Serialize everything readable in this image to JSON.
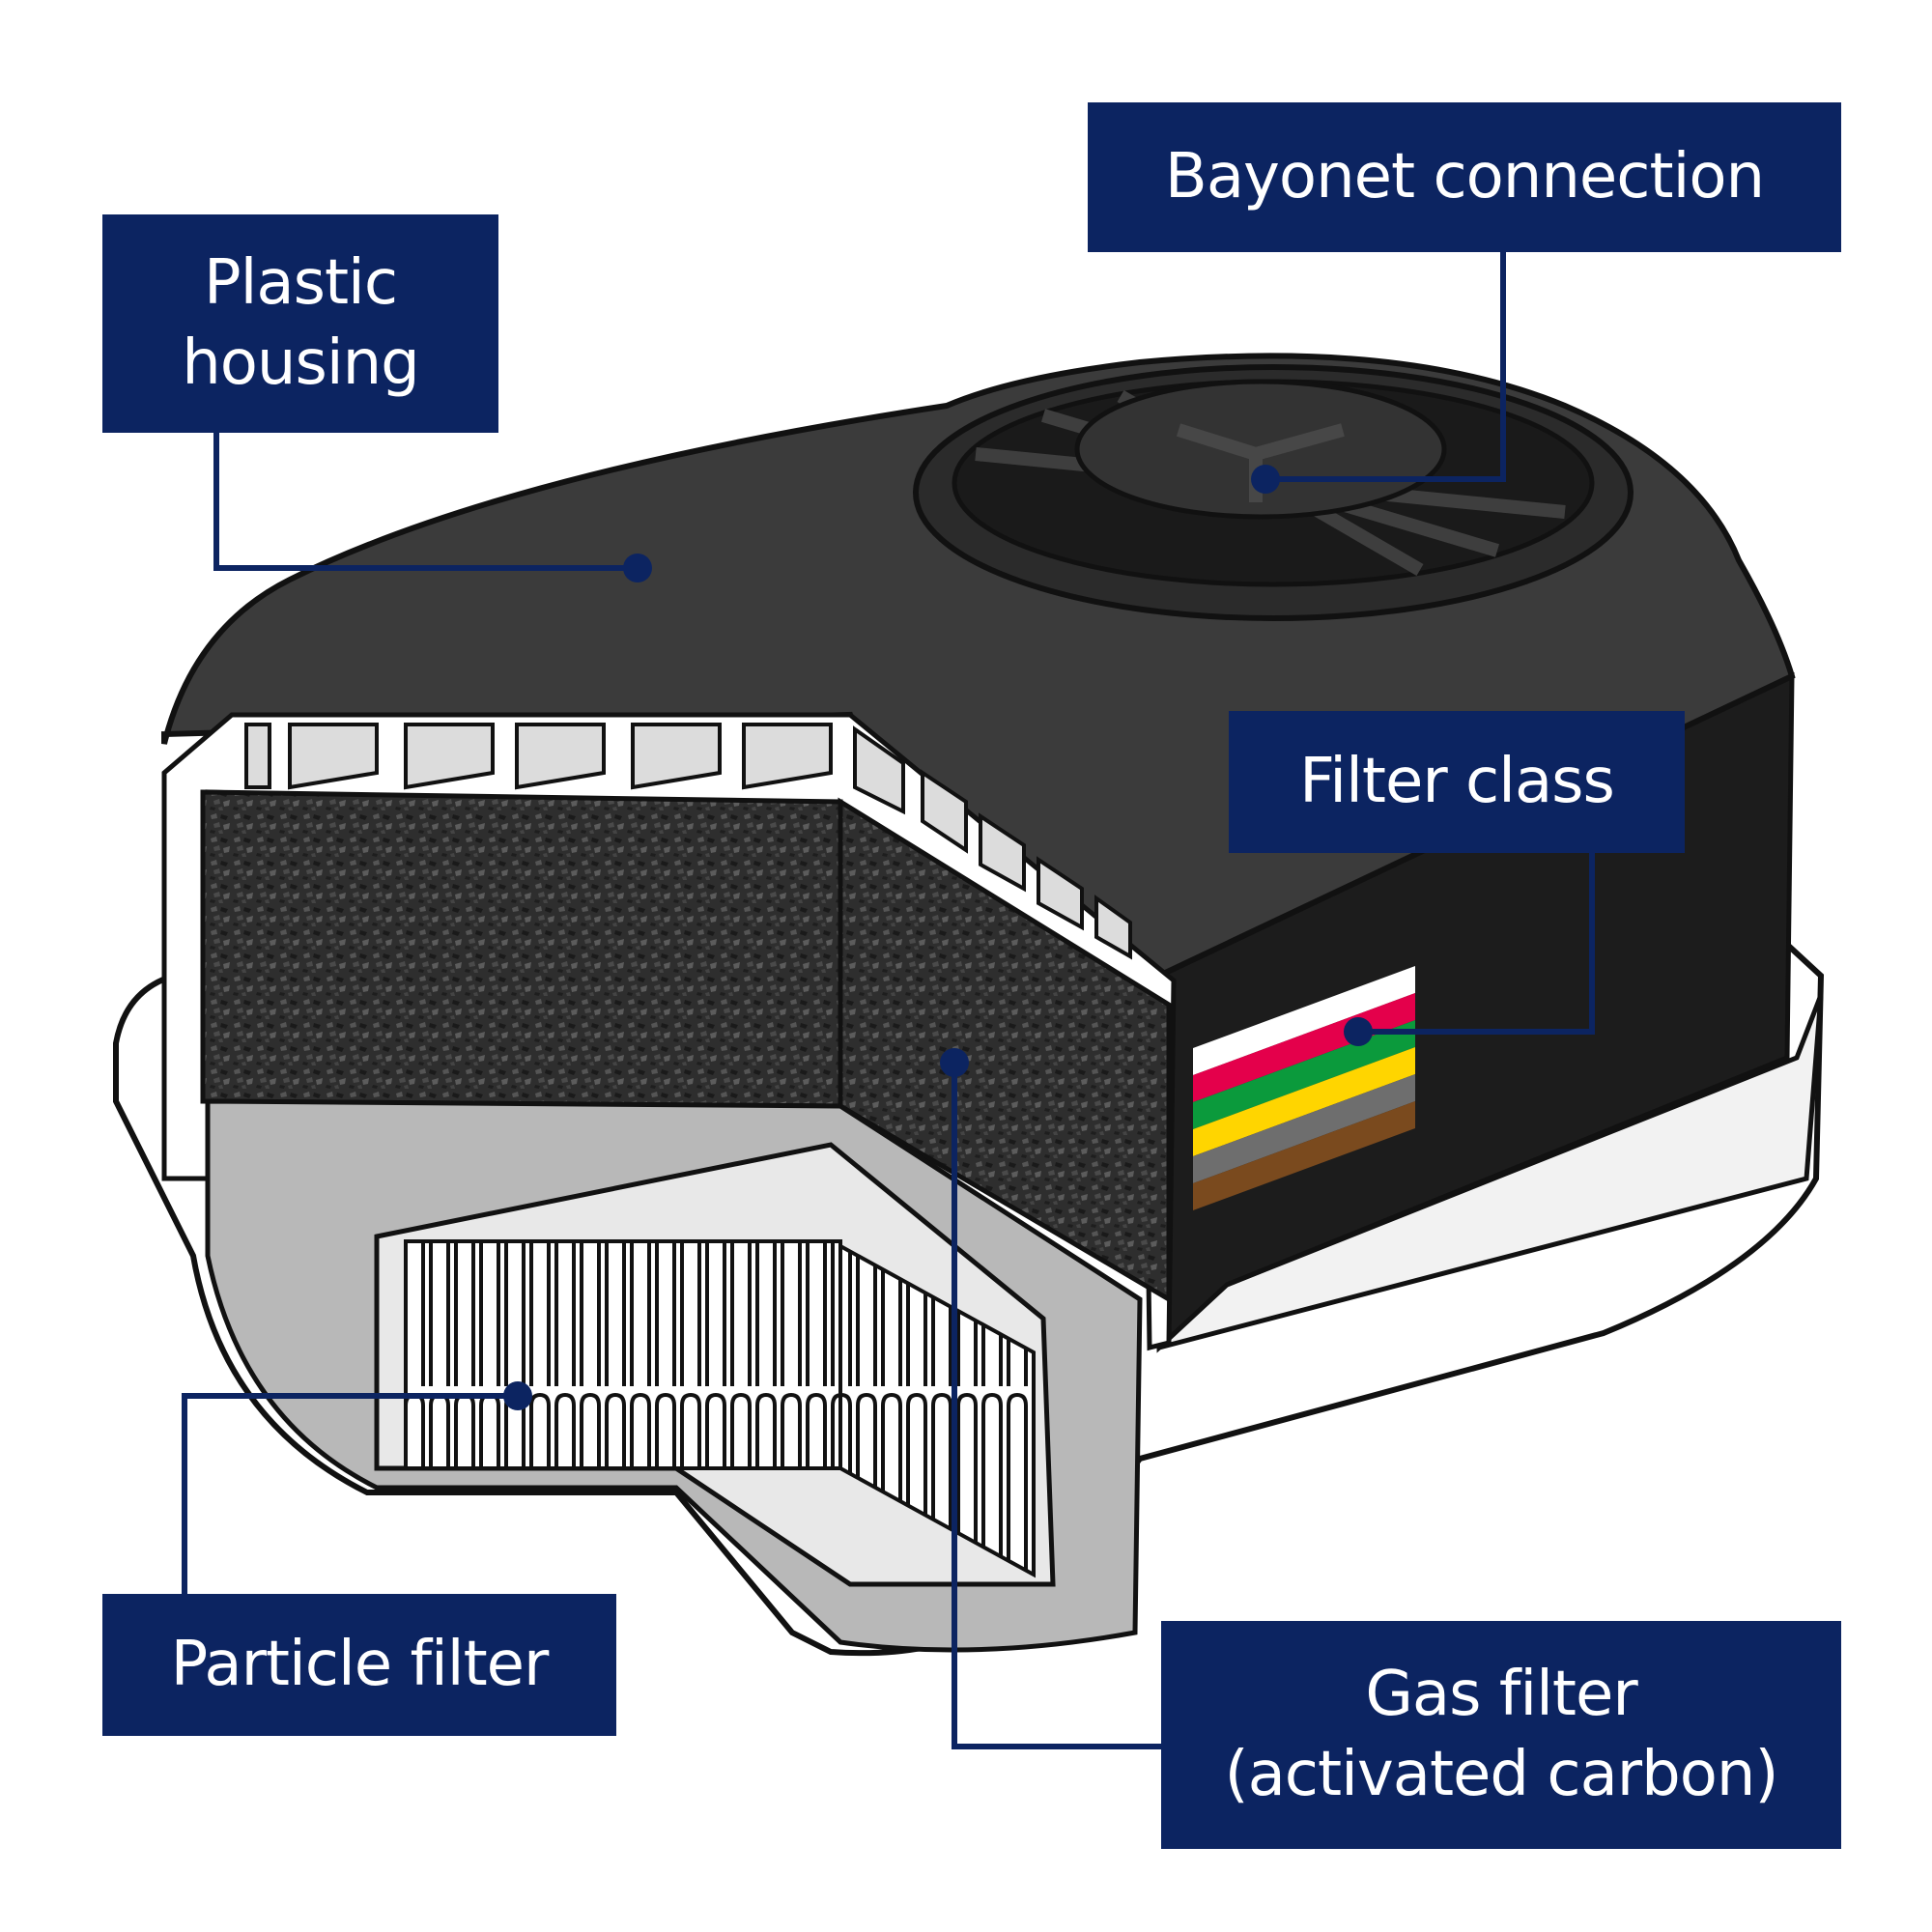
{
  "labels": {
    "plastic_housing": [
      "Plastic",
      "housing"
    ],
    "bayonet_connection": "Bayonet connection",
    "filter_class": "Filter class",
    "particle_filter": "Particle filter",
    "gas_filter": [
      "Gas filter",
      "(activated carbon)"
    ]
  },
  "colors": {
    "label_background": "#0c2461",
    "label_text": "#ffffff",
    "leader_line": "#0c2461",
    "housing_dark": "#3a3a3a",
    "housing_black": "#1c1c1c",
    "carbon": "#2b2b2b",
    "white_shell": "#ffffff"
  },
  "filter_class_stripes": [
    "#ffffff",
    "#e4004b",
    "#0b9a3c",
    "#ffd500",
    "#6e6e6e",
    "#7a4a1e"
  ]
}
